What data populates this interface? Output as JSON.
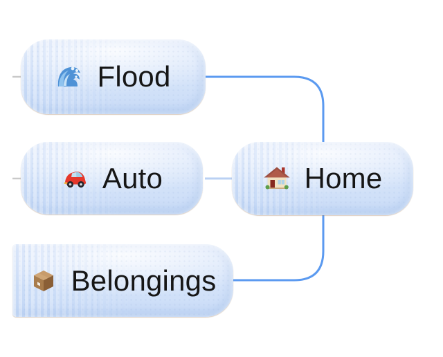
{
  "diagram": {
    "type": "mind-map",
    "background_color": "#ffffff",
    "node_fill_color": "#d4e3f9",
    "node_text_color": "#161616",
    "edge_strong_color": "#5b9af0",
    "edge_light_color": "#bad0f3",
    "stub_color": "#c9c9c9",
    "nodes": [
      {
        "id": "flood",
        "label": "Flood",
        "icon": "wave-icon"
      },
      {
        "id": "auto",
        "label": "Auto",
        "icon": "car-icon"
      },
      {
        "id": "home",
        "label": "Home",
        "icon": "house-icon"
      },
      {
        "id": "belongings",
        "label": "Belongings",
        "icon": "package-icon"
      }
    ],
    "edges": [
      {
        "from": "flood",
        "to": "home",
        "style": "strong"
      },
      {
        "from": "auto",
        "to": "home",
        "style": "light"
      },
      {
        "from": "home",
        "to": "belongings",
        "style": "strong"
      }
    ]
  }
}
